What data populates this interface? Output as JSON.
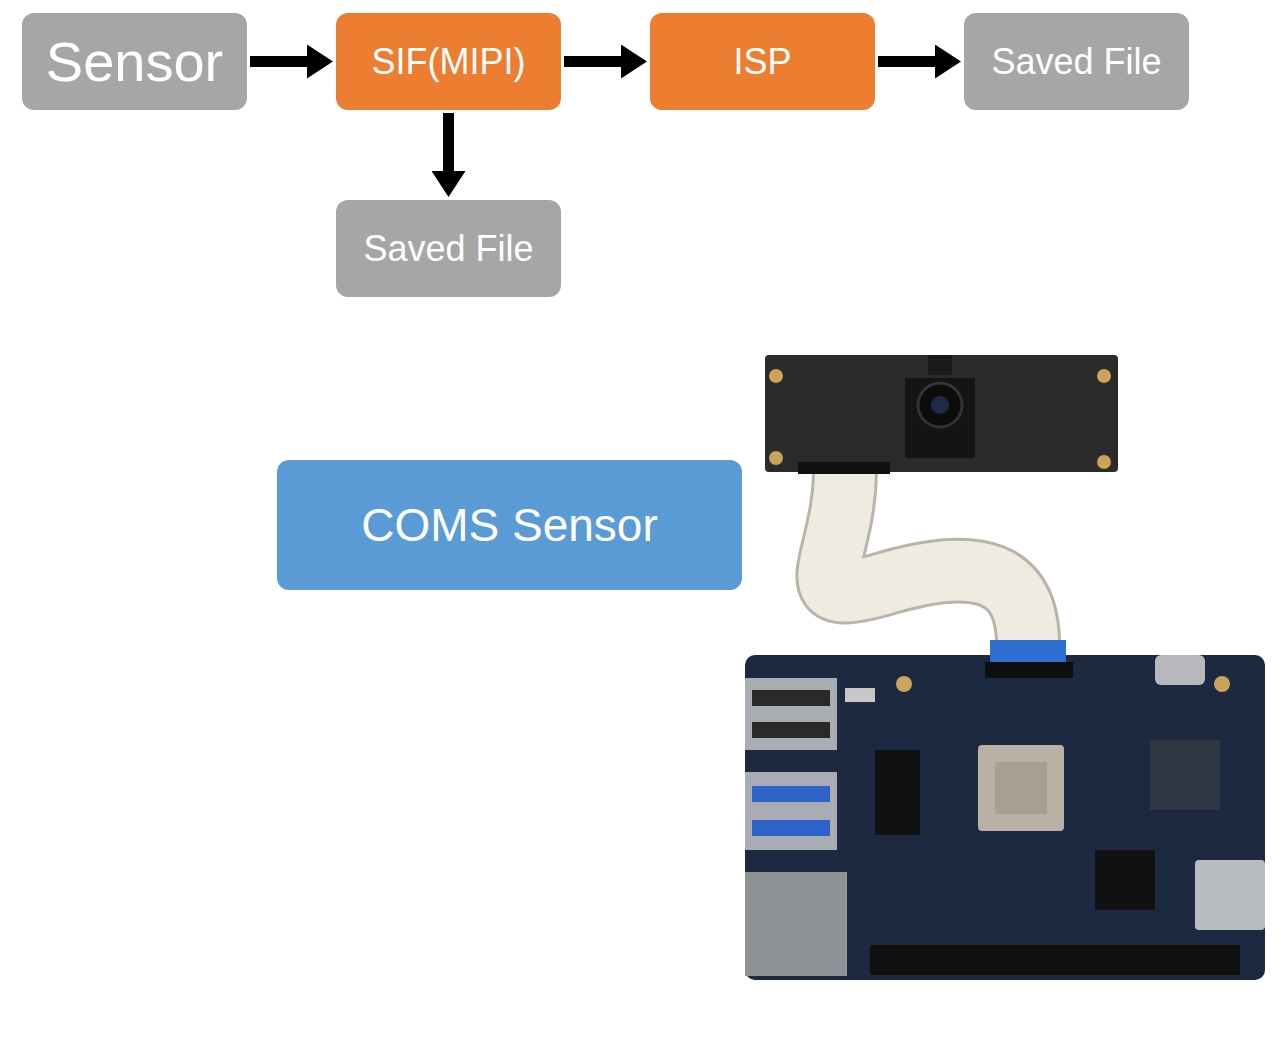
{
  "diagram": {
    "nodes": [
      {
        "text": [
          "Sensor"
        ]
      },
      {
        "text": [
          "SIF(MIPI)"
        ]
      },
      {
        "text": [
          "ISP"
        ]
      },
      {
        "text": [
          "Saved File"
        ]
      },
      {
        "text": [
          "Saved File"
        ]
      },
      {
        "text": [
          "COMS Sensor"
        ]
      }
    ],
    "edges": [
      {
        "from": 0,
        "to": 1,
        "arrow": "to"
      },
      {
        "from": 1,
        "to": 2,
        "arrow": "to"
      },
      {
        "from": 2,
        "to": 3,
        "arrow": "to"
      },
      {
        "from": 1,
        "to": 4,
        "arrow": "to"
      }
    ]
  }
}
